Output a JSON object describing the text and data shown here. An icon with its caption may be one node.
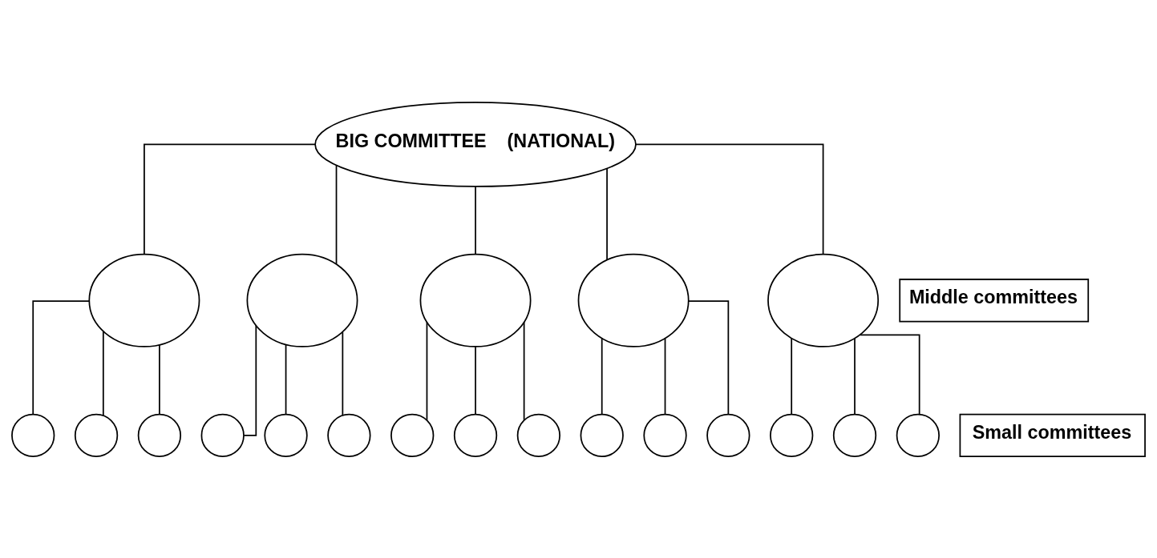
{
  "diagram": {
    "nodes": [
      {
        "text": [
          "BIG COMMITTEE    (NATIONAL)"
        ]
      },
      {
        "text": [],
        "shape": "ellipse"
      },
      {
        "text": [],
        "shape": "ellipse"
      },
      {
        "text": [],
        "shape": "ellipse"
      },
      {
        "text": [],
        "shape": "ellipse"
      },
      {
        "text": [],
        "shape": "ellipse"
      },
      {
        "text": [
          "Middle committees"
        ]
      },
      {
        "text": [],
        "shape": "circle"
      },
      {
        "text": [],
        "shape": "circle"
      },
      {
        "text": [],
        "shape": "circle"
      },
      {
        "text": [],
        "shape": "circle"
      },
      {
        "text": [],
        "shape": "circle"
      },
      {
        "text": [],
        "shape": "circle"
      },
      {
        "text": [],
        "shape": "circle"
      },
      {
        "text": [],
        "shape": "circle"
      },
      {
        "text": [],
        "shape": "circle"
      },
      {
        "text": [],
        "shape": "circle"
      },
      {
        "text": [],
        "shape": "circle"
      },
      {
        "text": [],
        "shape": "circle"
      },
      {
        "text": [],
        "shape": "circle"
      },
      {
        "text": [],
        "shape": "circle"
      },
      {
        "text": [],
        "shape": "circle"
      },
      {
        "text": [
          "Small committees"
        ]
      }
    ],
    "edges": [
      {
        "from": 0,
        "to": 1,
        "arrow": "none"
      },
      {
        "from": 0,
        "to": 2,
        "arrow": "none"
      },
      {
        "from": 0,
        "to": 3,
        "arrow": "none"
      },
      {
        "from": 0,
        "to": 4,
        "arrow": "none"
      },
      {
        "from": 0,
        "to": 5,
        "arrow": "none"
      },
      {
        "from": 1,
        "to": 7,
        "arrow": "none"
      },
      {
        "from": 1,
        "to": 8,
        "arrow": "none"
      },
      {
        "from": 1,
        "to": 9,
        "arrow": "none"
      },
      {
        "from": 2,
        "to": 10,
        "arrow": "none"
      },
      {
        "from": 2,
        "to": 11,
        "arrow": "none"
      },
      {
        "from": 2,
        "to": 12,
        "arrow": "none"
      },
      {
        "from": 3,
        "to": 13,
        "arrow": "none"
      },
      {
        "from": 3,
        "to": 14,
        "arrow": "none"
      },
      {
        "from": 3,
        "to": 15,
        "arrow": "none"
      },
      {
        "from": 4,
        "to": 16,
        "arrow": "none"
      },
      {
        "from": 4,
        "to": 17,
        "arrow": "none"
      },
      {
        "from": 4,
        "to": 18,
        "arrow": "none"
      },
      {
        "from": 5,
        "to": 19,
        "arrow": "none"
      },
      {
        "from": 5,
        "to": 20,
        "arrow": "none"
      },
      {
        "from": 5,
        "to": 21,
        "arrow": "none"
      }
    ]
  }
}
